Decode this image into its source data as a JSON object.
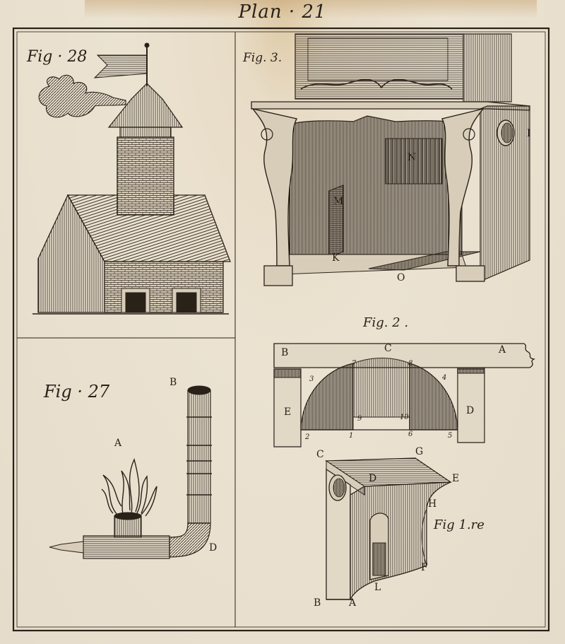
{
  "plate": {
    "title": "Plan · 21"
  },
  "fig28": {
    "label": "Fig · 28"
  },
  "fig3": {
    "label": "Fig. 3.",
    "letters": {
      "N": "N",
      "M": "M",
      "K": "K",
      "O": "O",
      "I": "I"
    }
  },
  "fig2": {
    "label": "Fig. 2 .",
    "letters": {
      "B": "B",
      "C": "C",
      "A": "A",
      "E": "E",
      "D": "D"
    },
    "numbers": {
      "n1": "1",
      "n2": "2",
      "n3": "3",
      "n4": "4",
      "n5": "5",
      "n6": "6",
      "n7": "7",
      "n8": "8",
      "n9": "9",
      "n10": "10"
    }
  },
  "fig27": {
    "label": "Fig · 27",
    "letters": {
      "A": "A",
      "B": "B",
      "D": "D"
    }
  },
  "fig1": {
    "label": "Fig 1.re",
    "letters": {
      "C": "C",
      "G": "G",
      "D": "D",
      "E": "E",
      "H": "H",
      "F": "F",
      "L": "L",
      "B": "B",
      "A": "A"
    }
  },
  "colors": {
    "ink": "#2a2119",
    "paper": "#ebe2d1",
    "stain": "#c9a97a"
  }
}
